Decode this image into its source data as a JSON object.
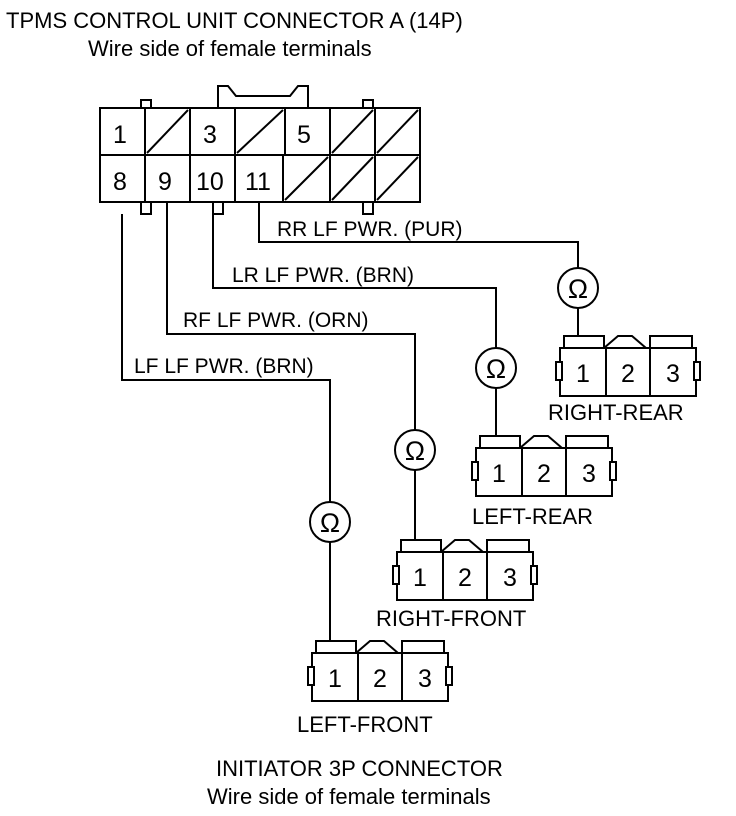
{
  "header": {
    "title": "TPMS CONTROL UNIT CONNECTOR A (14P)",
    "subtitle": "Wire side of female terminals"
  },
  "footer": {
    "title": "INITIATOR 3P CONNECTOR",
    "subtitle": "Wire side of female terminals"
  },
  "main_connector": {
    "top_row": [
      "1",
      "",
      "3",
      "",
      "5",
      "",
      ""
    ],
    "bottom_row": [
      "8",
      "9",
      "10",
      "11",
      "",
      "",
      ""
    ]
  },
  "wires": {
    "rr": "RR LF PWR. (PUR)",
    "lr": "LR LF PWR. (BRN)",
    "rf": "RF LF PWR. (ORN)",
    "lf": "LF LF PWR. (BRN)"
  },
  "meter_symbol": "Ω",
  "initiators": {
    "right_rear": {
      "label": "RIGHT-REAR",
      "pins": [
        "1",
        "2",
        "3"
      ]
    },
    "left_rear": {
      "label": "LEFT-REAR",
      "pins": [
        "1",
        "2",
        "3"
      ]
    },
    "right_front": {
      "label": "RIGHT-FRONT",
      "pins": [
        "1",
        "2",
        "3"
      ]
    },
    "left_front": {
      "label": "LEFT-FRONT",
      "pins": [
        "1",
        "2",
        "3"
      ]
    }
  }
}
